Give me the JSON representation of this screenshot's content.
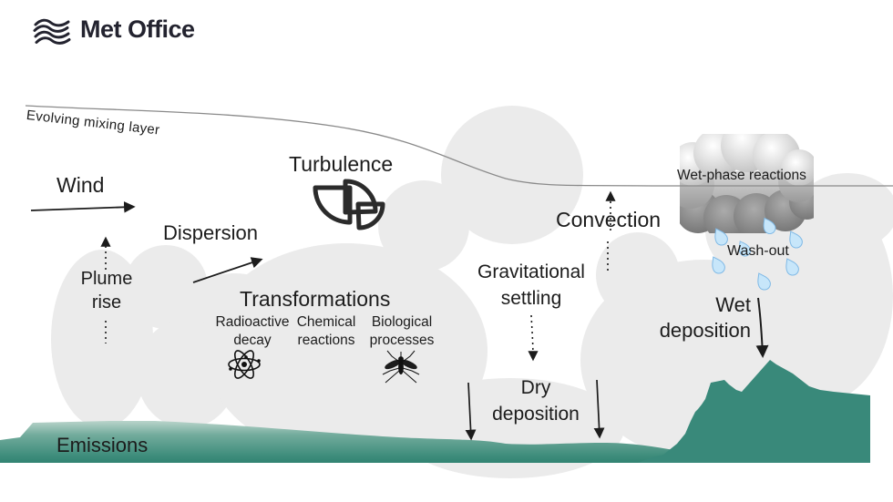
{
  "logo": {
    "text": "Met Office"
  },
  "labels": {
    "mixing_layer": "Evolving mixing layer",
    "wind": "Wind",
    "turbulence": "Turbulence",
    "dispersion": "Dispersion",
    "plume_rise": {
      "line1": "Plume",
      "line2": "rise"
    },
    "transformations": "Transformations",
    "radioactive": {
      "line1": "Radioactive",
      "line2": "decay"
    },
    "chemical": {
      "line1": "Chemical",
      "line2": "reactions"
    },
    "biological": {
      "line1": "Biological",
      "line2": "processes"
    },
    "gravitational": {
      "line1": "Gravitational",
      "line2": "settling"
    },
    "convection": "Convection",
    "wet_phase": "Wet-phase reactions",
    "wash_out": "Wash-out",
    "wet_deposition": {
      "line1": "Wet",
      "line2": "deposition"
    },
    "dry_deposition": {
      "line1": "Dry",
      "line2": "deposition"
    },
    "emissions": "Emissions"
  },
  "icons": {
    "logo": "met-office-waves-icon",
    "turbulence": "pinwheel-fan-icon",
    "radioactive": "atom-icon",
    "biological": "mosquito-icon",
    "rain": "raindrop-icon"
  },
  "colors": {
    "text": "#1c1c1c",
    "cloud": "#ebebeb",
    "terrain_top": "#c2d9d0",
    "terrain_bottom": "#2e8170",
    "mountain": "#39897a",
    "raindrop_fill": "#c7e6fa",
    "raindrop_stroke": "#7fb9e6",
    "mixing_line": "#8a8a8a"
  }
}
